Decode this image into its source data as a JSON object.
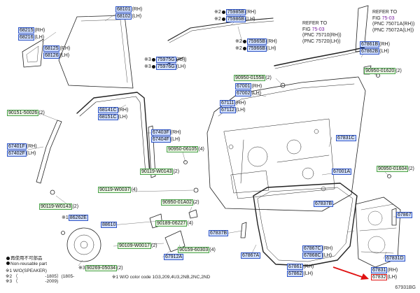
{
  "parts": {
    "p68101": "68101",
    "p68102": "68102",
    "rh": "(RH)",
    "lh": "(LH)",
    "p68215": "68215",
    "p68216": "68216",
    "p68125": "68125",
    "p68126": "68126",
    "p75985B": "75985B",
    "p75986B": "75986B",
    "p75965B": "75965B",
    "p75966B": "75966B",
    "p75975G": "75975G",
    "p75976G": "75976G",
    "p67861B": "67861B",
    "p67862B": "67862B",
    "p90950_01558": "90950-01558",
    "n2": "(2)",
    "p67001": "67001",
    "p67002": "67002",
    "p67111": "67111",
    "p67112": "67112",
    "p90950_01620": "90950-01620",
    "p90151_50026": "90151-50026",
    "p68141C": "68141C",
    "p68151C": "68151C",
    "p67831C": "67831C",
    "p67403F": "67403F",
    "p67404F": "67404F",
    "p67401F": "67401F",
    "p67402F": "67402F",
    "p90950_06105": "90950-06105",
    "n4": "(4)",
    "p67001A": "67001A",
    "p90950_01604": "90950-01604",
    "p90119_W0143": "90119-W0143",
    "p90119_W0037": "90119-W0037",
    "p90950_01A02": "90950-01A02",
    "p67837B": "67837B",
    "p86262E": "86262E",
    "p90119_W0143b": "90119-W0143",
    "p88610": "88610",
    "p90189_06227": "90189-06227",
    "p67867": "67867",
    "p90109_W0017": "90109-W0017",
    "p90159_60303": "90159-60303",
    "p67837Bb": "67837B",
    "p67912A": "67912A",
    "p67867A": "67867A",
    "p67867C": "67867C",
    "p67868C": "67868C",
    "p67831D": "67831D",
    "p67861": "67861",
    "p67862": "67862",
    "p67831": "67831",
    "p67832": "67832",
    "p90269_05034": "90269-05034"
  },
  "refs": {
    "refer_to_a": "REFER TO",
    "fig_a_prefix": "FIG",
    "fig_a": "75-03",
    "pnc_a1": "(PNC 75710(RH))",
    "pnc_a2": "(PNC 75720(LH))",
    "refer_to_b": "REFER TO",
    "fig_b_prefix": "FIG",
    "fig_b": "75-03",
    "pnc_b1": "(PNC 75071A(RH))",
    "pnc_b2": "(PNC 75072A(LH))"
  },
  "notes": {
    "mark1": "※1",
    "mark2": "※2",
    "mark3": "※3",
    "legend_reuse": "再使用不可部品",
    "legend_nonreuse": "Non-reusable part",
    "foot1": "※1 W/O(SPEAKER)",
    "foot1b": "※1 W/O color code 1G3,209,4U3,2NB,2NC,2ND",
    "foot2": "※2 （　　　　　　-1805）(1805-",
    "foot3": "※3 （　　　　　　-2009)"
  },
  "figure_code": "67931BG",
  "colors": {
    "part_box_fill": "#d2e0ff",
    "part_box_border": "#2f55c6",
    "hardware_box_fill": "#eaf7e3",
    "hardware_box_border": "#4aa24a",
    "highlight": "#e01111",
    "fig_ref": "#7a1fa0"
  }
}
